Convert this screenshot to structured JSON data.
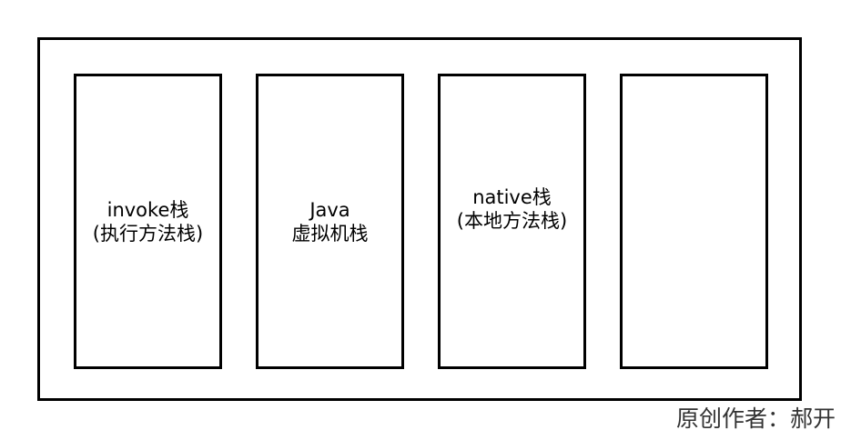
{
  "diagram": {
    "boxes": [
      {
        "line1": "invoke栈",
        "line2": "(执行方法栈)"
      },
      {
        "line1": "Java",
        "line2": "虚拟机栈"
      },
      {
        "line1": "native栈",
        "line2": "(本地方法栈)"
      },
      {
        "line1": "",
        "line2": ""
      }
    ]
  },
  "credit": "原创作者：郝开",
  "colors": {
    "border": "#000000",
    "background": "#ffffff",
    "credit_text": "#333333"
  }
}
